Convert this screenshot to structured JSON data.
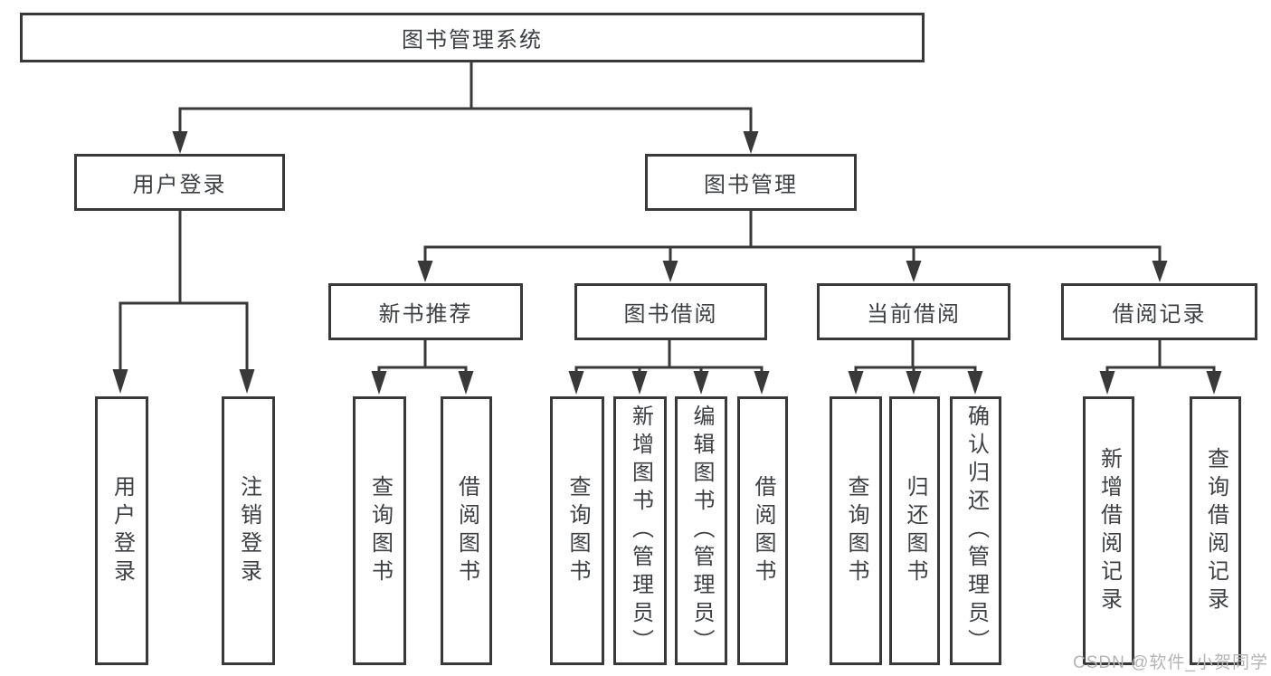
{
  "colors": {
    "line": "#393939",
    "text": "#3d4043",
    "background": "#ffffff",
    "watermark": "#b4b4b4"
  },
  "nodes": {
    "root": "图书管理系统",
    "user_login": "用户登录",
    "book_mgmt": "图书管理",
    "new_books": "新书推荐",
    "book_borrow": "图书借阅",
    "current_borrow": "当前借阅",
    "borrow_records": "借阅记录",
    "leaf_user_login": "用户登录",
    "leaf_logout": "注销登录",
    "leaf_new_query": "查询图书",
    "leaf_new_borrow": "借阅图书",
    "leaf_bb_query": "查询图书",
    "leaf_bb_add": "新增图书（管理员）",
    "leaf_bb_edit": "编辑图书（管理员）",
    "leaf_bb_borrow": "借阅图书",
    "leaf_cb_query": "查询图书",
    "leaf_cb_return": "归还图书",
    "leaf_cb_confirm": "确认归还（管理员）",
    "leaf_br_add": "新增借阅记录",
    "leaf_br_query": "查询借阅记录"
  },
  "watermark": "CSDN @软件_小贺同学"
}
